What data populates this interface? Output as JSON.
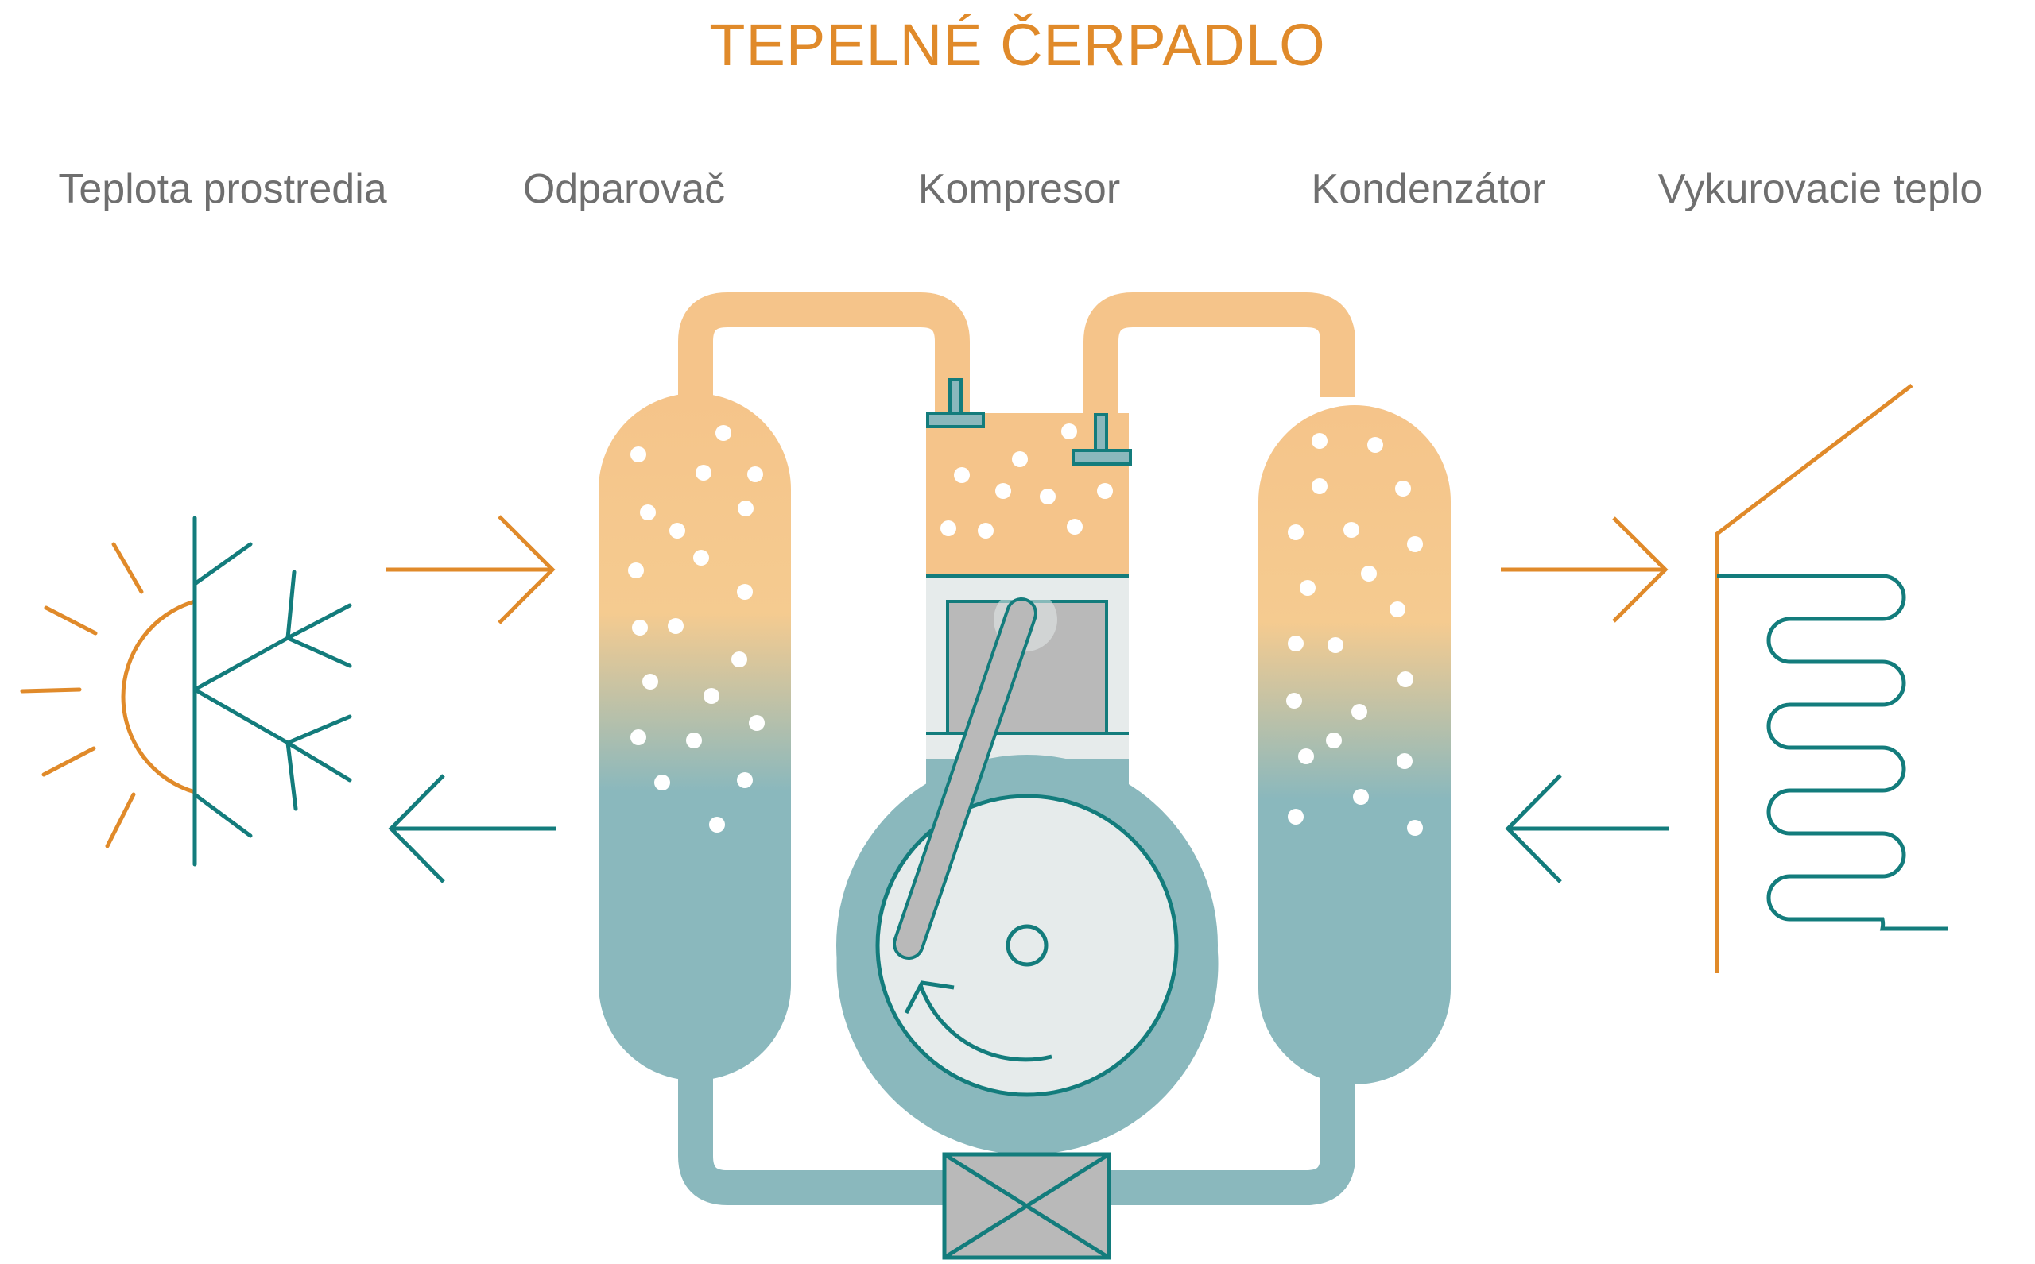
{
  "title": "TEPELNÉ ČERPADLO",
  "labels": {
    "environment": "Teplota prostredia",
    "evaporator": "Odparovač",
    "compressor": "Kompresor",
    "condenser": "Kondenzátor",
    "heating": "Vykurovacie teplo"
  },
  "colors": {
    "orange": "#e08a2a",
    "teal": "#137c7c",
    "warm_fill": "#f5c48a",
    "cool_fill": "#8ab8bd",
    "gray": "#b9b9b9",
    "light": "#e6ebeb",
    "label_text": "#6f6f6f"
  },
  "icons": {
    "environment": "sun-snowflake-icon",
    "heating": "house-radiator-icon",
    "expansion_valve": "expansion-valve-icon"
  }
}
